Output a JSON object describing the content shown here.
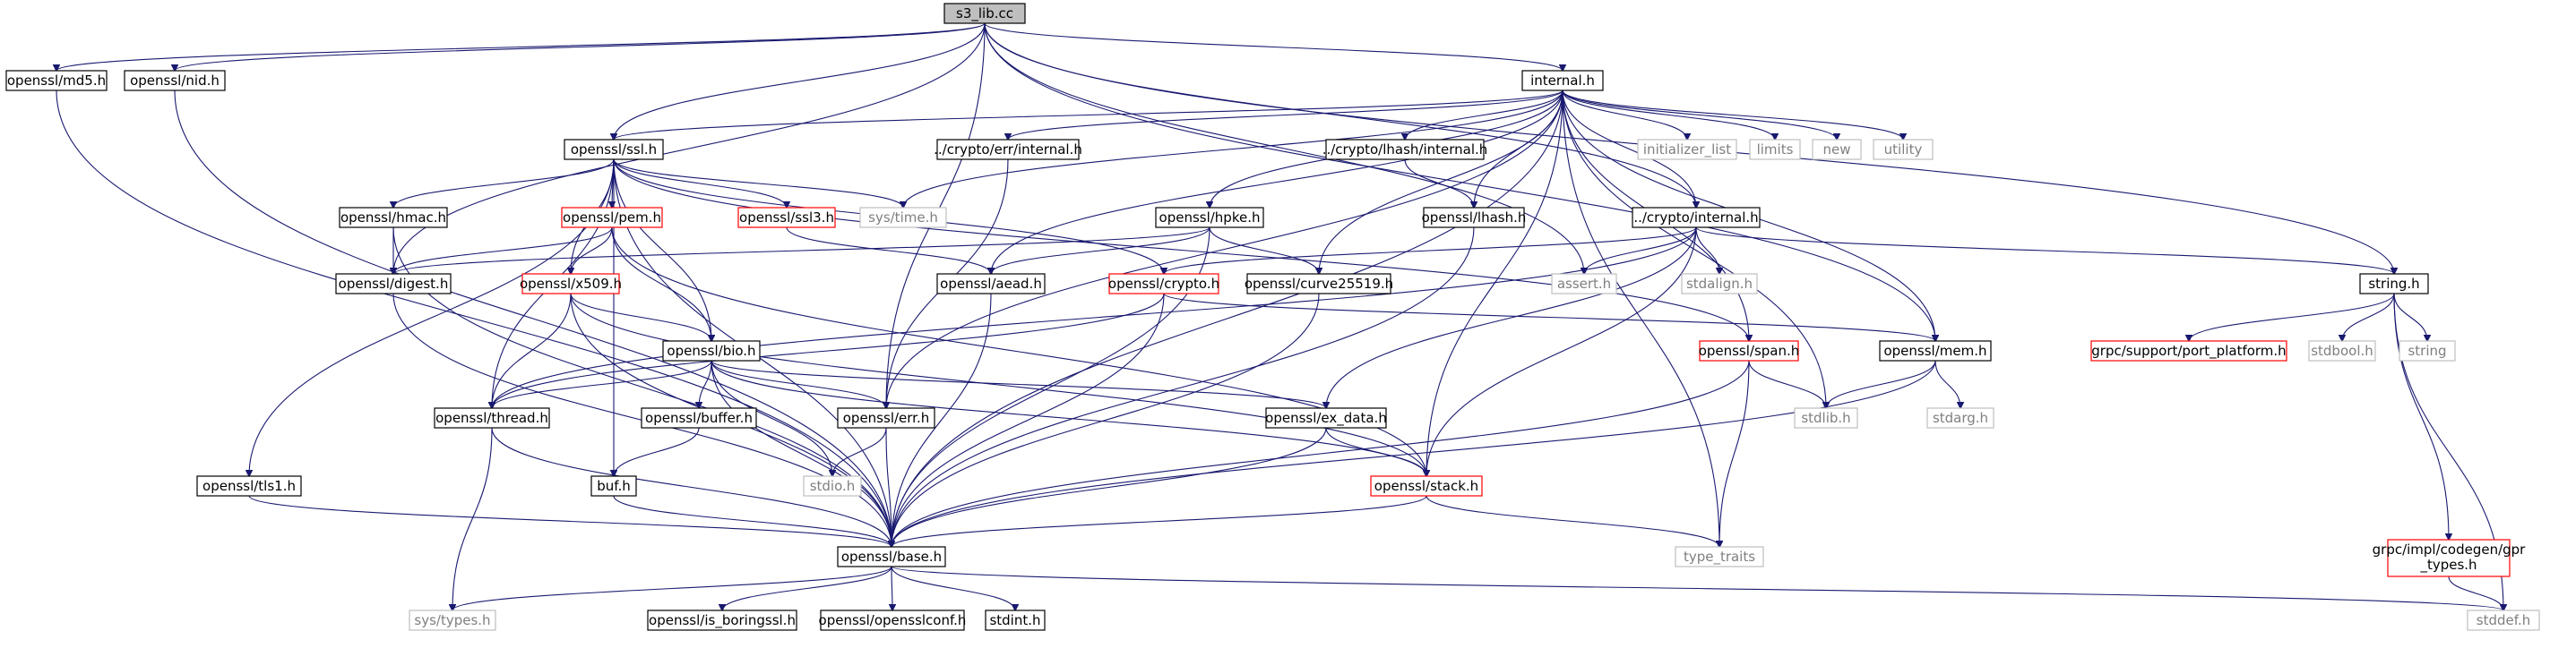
{
  "graph": {
    "root_file": "s3_lib.cc",
    "colors": {
      "edge": "#191970",
      "node_black_border": "#000000",
      "node_red_border": "#ff0000",
      "node_gray_border": "#bfbfbf",
      "node_gray_text": "#7f7f7f",
      "root_fill": "#bfbfbf",
      "node_fill": "#ffffff"
    },
    "nodes": [
      {
        "id": "s3_lib",
        "label": "s3_lib.cc",
        "style": "root"
      },
      {
        "id": "md5",
        "label": "openssl/md5.h",
        "style": "black"
      },
      {
        "id": "nid",
        "label": "openssl/nid.h",
        "style": "black"
      },
      {
        "id": "internal",
        "label": "internal.h",
        "style": "black"
      },
      {
        "id": "ssl",
        "label": "openssl/ssl.h",
        "style": "black"
      },
      {
        "id": "err_internal",
        "label": "../crypto/err/internal.h",
        "style": "black"
      },
      {
        "id": "lhash_internal",
        "label": "../crypto/lhash/internal.h",
        "style": "black"
      },
      {
        "id": "initializer_list",
        "label": "initializer_list",
        "style": "gray"
      },
      {
        "id": "limits",
        "label": "limits",
        "style": "gray"
      },
      {
        "id": "new",
        "label": "new",
        "style": "gray"
      },
      {
        "id": "utility",
        "label": "utility",
        "style": "gray"
      },
      {
        "id": "hmac",
        "label": "openssl/hmac.h",
        "style": "black"
      },
      {
        "id": "pem",
        "label": "openssl/pem.h",
        "style": "red"
      },
      {
        "id": "ssl3",
        "label": "openssl/ssl3.h",
        "style": "red"
      },
      {
        "id": "systime",
        "label": "sys/time.h",
        "style": "gray"
      },
      {
        "id": "hpke",
        "label": "openssl/hpke.h",
        "style": "black"
      },
      {
        "id": "lhash",
        "label": "openssl/lhash.h",
        "style": "black"
      },
      {
        "id": "crypto_internal",
        "label": "../crypto/internal.h",
        "style": "black"
      },
      {
        "id": "digest",
        "label": "openssl/digest.h",
        "style": "black"
      },
      {
        "id": "x509",
        "label": "openssl/x509.h",
        "style": "red"
      },
      {
        "id": "aead",
        "label": "openssl/aead.h",
        "style": "black"
      },
      {
        "id": "crypto",
        "label": "openssl/crypto.h",
        "style": "red"
      },
      {
        "id": "curve25519",
        "label": "openssl/curve25519.h",
        "style": "black"
      },
      {
        "id": "assert",
        "label": "assert.h",
        "style": "gray"
      },
      {
        "id": "stdalign",
        "label": "stdalign.h",
        "style": "gray"
      },
      {
        "id": "string_h",
        "label": "string.h",
        "style": "black"
      },
      {
        "id": "bio",
        "label": "openssl/bio.h",
        "style": "black"
      },
      {
        "id": "span",
        "label": "openssl/span.h",
        "style": "red"
      },
      {
        "id": "mem",
        "label": "openssl/mem.h",
        "style": "black"
      },
      {
        "id": "port_platform",
        "label": "grpc/support/port_platform.h",
        "style": "red"
      },
      {
        "id": "stdbool",
        "label": "stdbool.h",
        "style": "gray"
      },
      {
        "id": "string",
        "label": "string",
        "style": "gray"
      },
      {
        "id": "thread",
        "label": "openssl/thread.h",
        "style": "black"
      },
      {
        "id": "buffer",
        "label": "openssl/buffer.h",
        "style": "black"
      },
      {
        "id": "err",
        "label": "openssl/err.h",
        "style": "black"
      },
      {
        "id": "ex_data",
        "label": "openssl/ex_data.h",
        "style": "black"
      },
      {
        "id": "stdlib",
        "label": "stdlib.h",
        "style": "gray"
      },
      {
        "id": "stdarg",
        "label": "stdarg.h",
        "style": "gray"
      },
      {
        "id": "tls1",
        "label": "openssl/tls1.h",
        "style": "black"
      },
      {
        "id": "buf",
        "label": "buf.h",
        "style": "black"
      },
      {
        "id": "stdio",
        "label": "stdio.h",
        "style": "gray"
      },
      {
        "id": "stack",
        "label": "openssl/stack.h",
        "style": "red"
      },
      {
        "id": "grpc_types",
        "label": "grpc/impl/codegen/gpr\n_types.h",
        "style": "red"
      },
      {
        "id": "base",
        "label": "openssl/base.h",
        "style": "black"
      },
      {
        "id": "type_traits",
        "label": "type_traits",
        "style": "gray"
      },
      {
        "id": "systypes",
        "label": "sys/types.h",
        "style": "gray"
      },
      {
        "id": "is_boringssl",
        "label": "openssl/is_boringssl.h",
        "style": "black"
      },
      {
        "id": "opensslconf",
        "label": "openssl/opensslconf.h",
        "style": "black"
      },
      {
        "id": "stdint",
        "label": "stdint.h",
        "style": "black"
      },
      {
        "id": "stddef",
        "label": "stddef.h",
        "style": "gray"
      }
    ],
    "edges": [
      [
        "s3_lib",
        "md5"
      ],
      [
        "s3_lib",
        "nid"
      ],
      [
        "s3_lib",
        "ssl"
      ],
      [
        "s3_lib",
        "internal"
      ],
      [
        "s3_lib",
        "string_h"
      ],
      [
        "s3_lib",
        "digest"
      ],
      [
        "s3_lib",
        "err"
      ],
      [
        "s3_lib",
        "crypto_internal"
      ],
      [
        "s3_lib",
        "assert"
      ],
      [
        "s3_lib",
        "mem"
      ],
      [
        "md5",
        "base"
      ],
      [
        "nid",
        "base"
      ],
      [
        "internal",
        "ssl"
      ],
      [
        "internal",
        "err_internal"
      ],
      [
        "internal",
        "lhash_internal"
      ],
      [
        "internal",
        "initializer_list"
      ],
      [
        "internal",
        "limits"
      ],
      [
        "internal",
        "new"
      ],
      [
        "internal",
        "utility"
      ],
      [
        "internal",
        "systime"
      ],
      [
        "internal",
        "hpke"
      ],
      [
        "internal",
        "lhash"
      ],
      [
        "internal",
        "crypto_internal"
      ],
      [
        "internal",
        "aead"
      ],
      [
        "internal",
        "curve25519"
      ],
      [
        "internal",
        "span"
      ],
      [
        "internal",
        "mem"
      ],
      [
        "internal",
        "stack"
      ],
      [
        "internal",
        "stdlib"
      ],
      [
        "internal",
        "type_traits"
      ],
      [
        "internal",
        "base"
      ],
      [
        "internal",
        "err"
      ],
      [
        "ssl",
        "hmac"
      ],
      [
        "ssl",
        "pem"
      ],
      [
        "ssl",
        "ssl3"
      ],
      [
        "ssl",
        "systime"
      ],
      [
        "ssl",
        "x509"
      ],
      [
        "ssl",
        "bio"
      ],
      [
        "ssl",
        "tls1"
      ],
      [
        "ssl",
        "buf"
      ],
      [
        "ssl",
        "base"
      ],
      [
        "ssl",
        "thread"
      ],
      [
        "ssl",
        "span"
      ],
      [
        "ssl",
        "crypto"
      ],
      [
        "err_internal",
        "err"
      ],
      [
        "lhash_internal",
        "lhash"
      ],
      [
        "lhash",
        "base"
      ],
      [
        "hmac",
        "digest"
      ],
      [
        "hmac",
        "base"
      ],
      [
        "pem",
        "digest"
      ],
      [
        "pem",
        "x509"
      ],
      [
        "pem",
        "bio"
      ],
      [
        "pem",
        "stack"
      ],
      [
        "ssl3",
        "aead"
      ],
      [
        "hpke",
        "aead"
      ],
      [
        "hpke",
        "curve25519"
      ],
      [
        "hpke",
        "digest"
      ],
      [
        "hpke",
        "base"
      ],
      [
        "crypto_internal",
        "crypto"
      ],
      [
        "crypto_internal",
        "assert"
      ],
      [
        "crypto_internal",
        "stdalign"
      ],
      [
        "crypto_internal",
        "string_h"
      ],
      [
        "crypto_internal",
        "thread"
      ],
      [
        "crypto_internal",
        "ex_data"
      ],
      [
        "crypto_internal",
        "stack"
      ],
      [
        "digest",
        "base"
      ],
      [
        "x509",
        "bio"
      ],
      [
        "x509",
        "thread"
      ],
      [
        "x509",
        "base"
      ],
      [
        "x509",
        "stack"
      ],
      [
        "aead",
        "base"
      ],
      [
        "crypto",
        "mem"
      ],
      [
        "crypto",
        "thread"
      ],
      [
        "crypto",
        "base"
      ],
      [
        "curve25519",
        "base"
      ],
      [
        "string_h",
        "port_platform"
      ],
      [
        "string_h",
        "stdbool"
      ],
      [
        "string_h",
        "string"
      ],
      [
        "string_h",
        "grpc_types"
      ],
      [
        "string_h",
        "stddef"
      ],
      [
        "bio",
        "thread"
      ],
      [
        "bio",
        "buffer"
      ],
      [
        "bio",
        "err"
      ],
      [
        "bio",
        "ex_data"
      ],
      [
        "bio",
        "stdio"
      ],
      [
        "bio",
        "stack"
      ],
      [
        "bio",
        "base"
      ],
      [
        "span",
        "stdlib"
      ],
      [
        "span",
        "type_traits"
      ],
      [
        "span",
        "base"
      ],
      [
        "mem",
        "stdlib"
      ],
      [
        "mem",
        "stdarg"
      ],
      [
        "mem",
        "base"
      ],
      [
        "thread",
        "systypes"
      ],
      [
        "thread",
        "base"
      ],
      [
        "buffer",
        "buf"
      ],
      [
        "buf",
        "base"
      ],
      [
        "err",
        "stdio"
      ],
      [
        "err",
        "base"
      ],
      [
        "ex_data",
        "stack"
      ],
      [
        "ex_data",
        "base"
      ],
      [
        "tls1",
        "base"
      ],
      [
        "stack",
        "base"
      ],
      [
        "stack",
        "type_traits"
      ],
      [
        "grpc_types",
        "stddef"
      ],
      [
        "base",
        "systypes"
      ],
      [
        "base",
        "is_boringssl"
      ],
      [
        "base",
        "opensslconf"
      ],
      [
        "base",
        "stdint"
      ],
      [
        "base",
        "stddef"
      ]
    ]
  }
}
